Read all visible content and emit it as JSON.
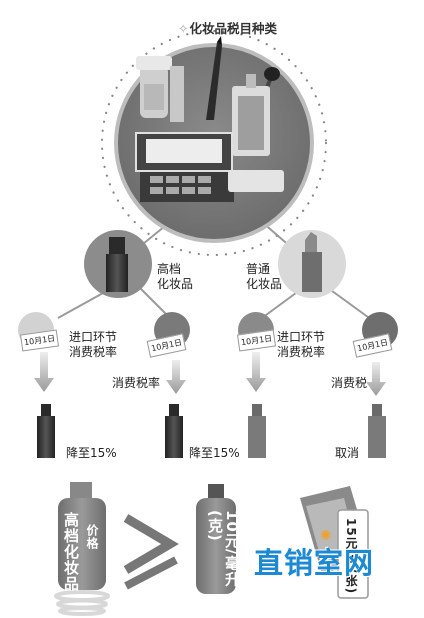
{
  "title": "化妆品税目种类",
  "branches": [
    {
      "category": "高档\n化妆品",
      "sub": [
        {
          "stamp": "10月1日",
          "tax_item": "进口环节\n消费税率",
          "result": "降至15%"
        },
        {
          "stamp": "10月1日",
          "tax_item": "消费税率",
          "result": "降至15%"
        }
      ]
    },
    {
      "category": "普通\n化妆品",
      "sub": [
        {
          "stamp": "10月1日",
          "tax_item": "进口环节\n消费税率",
          "result": ""
        },
        {
          "stamp": "10月1日",
          "tax_item": "消费税",
          "result": "取消"
        }
      ]
    }
  ],
  "bottom": {
    "bottle_left_text": "高档化妆品",
    "bottle_left_sub": "价格",
    "comparison_symbol": "≥",
    "bottle_right_text": "10元/毫升(克)",
    "card_text": "15元/片(张)"
  },
  "watermark": "直销室网",
  "colors": {
    "dark": "#2f2f2f",
    "mid": "#7a7a7a",
    "light": "#c9c9c9",
    "watermark": "#1c89d3"
  }
}
